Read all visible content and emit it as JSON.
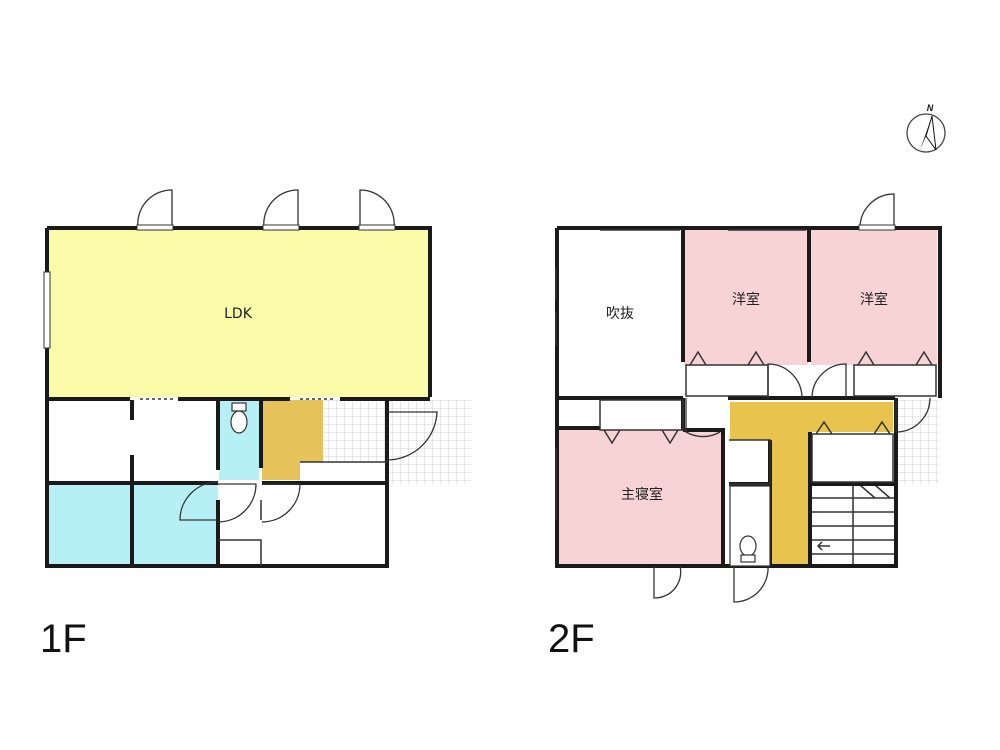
{
  "floors": [
    {
      "id": "1F",
      "label": "1F"
    },
    {
      "id": "2F",
      "label": "2F"
    }
  ],
  "rooms_1f": {
    "ldk": "LDK"
  },
  "rooms_2f": {
    "fukinuke": "吹抜",
    "yoshitsu_1": "洋室",
    "yoshitsu_2": "洋室",
    "master_bedroom": "主寝室"
  },
  "compass": {
    "label": "N",
    "icon": "north-arrow-icon"
  },
  "colors": {
    "ldk": "#fafaa8",
    "wet": "#b6f0f5",
    "stair_hall": "#e6c25a",
    "hallway": "#e8c34d",
    "bedroom": "#f7d3d6",
    "terrace_grid": "#bdbdbd",
    "wall": "#1a1a1a"
  }
}
